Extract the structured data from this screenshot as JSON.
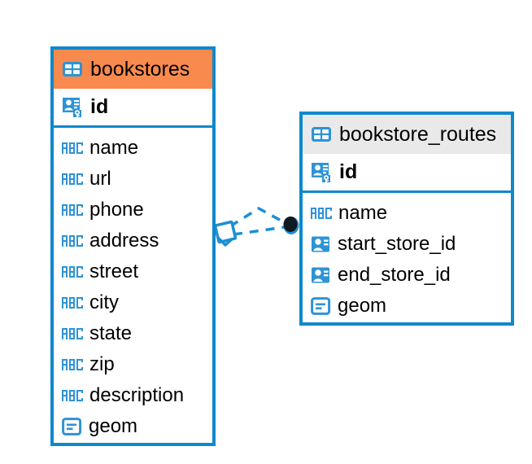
{
  "diagram": {
    "kind": "entity-relationship-diagram",
    "background": "#ffffff",
    "colors": {
      "edge_blue": "#0f88cc",
      "header_orange": "#f98a4e",
      "header_grey": "#e9e9e9",
      "icon_blue": "#2e93d6",
      "text": "#000000",
      "endpoint_dark": "#101820"
    }
  },
  "tables": [
    {
      "name": "bookstores",
      "header_style": "orange",
      "table_icon": "table-grid-icon",
      "primary_key": {
        "label": "id",
        "icon": "primary-key-icon"
      },
      "fields": [
        {
          "label": "name",
          "icon": "abc-string-icon"
        },
        {
          "label": "url",
          "icon": "abc-string-icon"
        },
        {
          "label": "phone",
          "icon": "abc-string-icon"
        },
        {
          "label": "address",
          "icon": "abc-string-icon"
        },
        {
          "label": "street",
          "icon": "abc-string-icon"
        },
        {
          "label": "city",
          "icon": "abc-string-icon"
        },
        {
          "label": "state",
          "icon": "abc-string-icon"
        },
        {
          "label": "zip",
          "icon": "abc-string-icon"
        },
        {
          "label": "description",
          "icon": "abc-string-icon"
        },
        {
          "label": "geom",
          "icon": "geometry-icon"
        }
      ]
    },
    {
      "name": "bookstore_routes",
      "header_style": "grey",
      "table_icon": "table-grid-icon",
      "primary_key": {
        "label": "id",
        "icon": "primary-key-icon"
      },
      "fields": [
        {
          "label": "name",
          "icon": "abc-string-icon"
        },
        {
          "label": "start_store_id",
          "icon": "foreign-key-icon"
        },
        {
          "label": "end_store_id",
          "icon": "foreign-key-icon"
        },
        {
          "label": "geom",
          "icon": "geometry-icon"
        }
      ]
    }
  ],
  "relationship": {
    "style": "dashed",
    "source_table": "bookstores",
    "target_table": "bookstore_routes",
    "source_marker": "diamond-endpoint",
    "target_marker": "filled-dot-endpoint"
  }
}
